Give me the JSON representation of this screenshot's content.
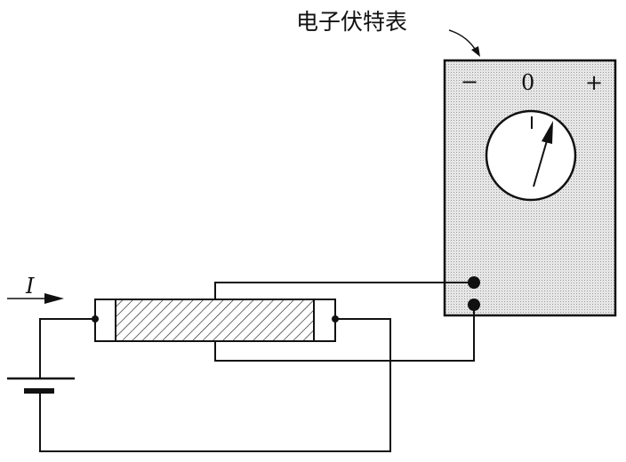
{
  "meter": {
    "title": "电子伏特表",
    "minus_label": "−",
    "zero_label": "0",
    "plus_label": "+"
  },
  "current_label": "I",
  "colors": {
    "ink": "#111111",
    "meter_fill": "#dcdcdc"
  }
}
